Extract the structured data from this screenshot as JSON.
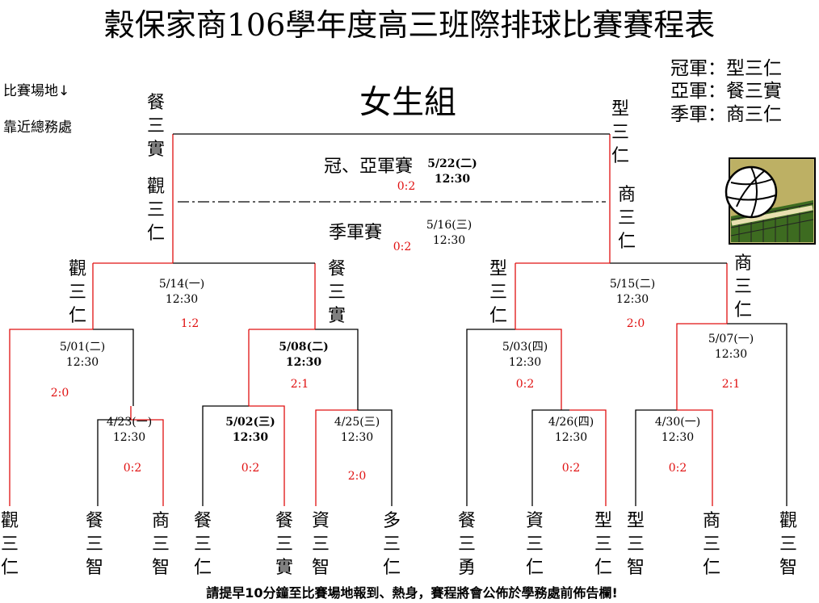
{
  "title": "穀保家商106學年度高三班際排球比賽賽程表",
  "group": "女生組",
  "venue_note": [
    "比賽場地↓",
    "靠近總務處"
  ],
  "results": [
    "冠軍：型三仁",
    "亞軍：餐三實",
    "季軍：商三仁"
  ],
  "teams": [
    "觀三仁",
    "餐三智",
    "商三智",
    "餐三仁",
    "餐三實",
    "資三智",
    "多三仁",
    "餐三勇",
    "資三仁",
    "型三仁",
    "型三智",
    "商三仁",
    "觀三智"
  ],
  "matches": [
    {
      "id": "m1",
      "date": "4/23(一)",
      "time": "12:30",
      "score": "0:2"
    },
    {
      "id": "m2",
      "date": "5/02(三)",
      "time": "12:30",
      "score": "0:2"
    },
    {
      "id": "m3",
      "date": "4/25(三)",
      "time": "12:30",
      "score": "2:0"
    },
    {
      "id": "m4",
      "date": "4/26(四)",
      "time": "12:30",
      "score": "0:2"
    },
    {
      "id": "m5",
      "date": "4/30(一)",
      "time": "12:30",
      "score": "0:2"
    },
    {
      "id": "m6",
      "date": "5/01(二)",
      "time": "12:30",
      "score": "2:0"
    },
    {
      "id": "m7",
      "date": "5/08(二)",
      "time": "12:30",
      "score": "2:1"
    },
    {
      "id": "m8",
      "date": "5/03(四)",
      "time": "12:30",
      "score": "0:2"
    },
    {
      "id": "m9",
      "date": "5/07(一)",
      "time": "12:30",
      "score": "2:1"
    },
    {
      "id": "m10",
      "date": "5/14(一)",
      "time": "12:30",
      "score": "1:2"
    },
    {
      "id": "m11",
      "date": "5/15(二)",
      "time": "12:30",
      "score": "2:0"
    },
    {
      "id": "final",
      "label": "冠、亞軍賽",
      "date": "5/22(二)",
      "time": "12:30",
      "score": "0:2"
    },
    {
      "id": "third",
      "label": "季軍賽",
      "date": "5/16(三)",
      "time": "12:30",
      "score": "0:2"
    }
  ],
  "advancers": {
    "r2_left": "觀三仁",
    "r2_midleft": "餐三實",
    "r2_midright": "型三仁",
    "r2_right": "商三仁",
    "top_left_1": "餐三實",
    "top_left_2": "觀三仁",
    "top_right_1": "型三仁",
    "top_right_2": "商三仁"
  },
  "footer_parts": [
    "請提早",
    "10",
    "分鐘至比賽場地報到、熱身，賽程將會公佈於學務處前佈告欄!"
  ],
  "colors": {
    "win": "#e01010",
    "line": "#000000",
    "score": "#e01010"
  },
  "icons": [
    "volleyball-icon"
  ]
}
